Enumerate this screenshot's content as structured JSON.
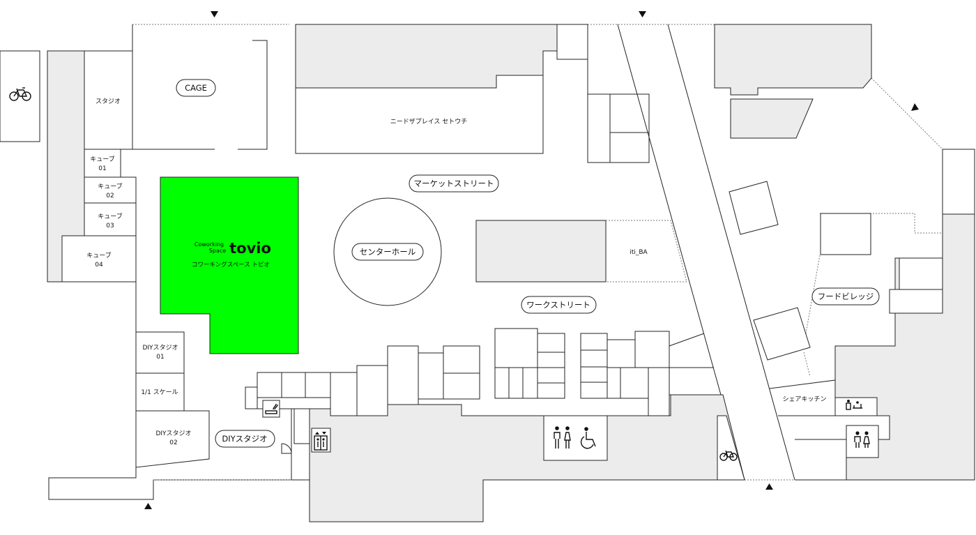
{
  "colors": {
    "highlight": "#00ff00",
    "room_fill": "#ffffff",
    "gray_area": "#ececec",
    "stroke": "#222222"
  },
  "areas": {
    "cage": "CAGE",
    "studio": "スタジオ",
    "cube01": [
      "キューブ",
      "01"
    ],
    "cube02": [
      "キューブ",
      "02"
    ],
    "cube03": [
      "キューブ",
      "03"
    ],
    "cube04": [
      "キューブ",
      "04"
    ],
    "needs_place": "ニードザプレイス セトウチ",
    "market_street": "マーケットストリート",
    "center_hall": "センターホール",
    "iti_ba": "iti_BA",
    "work_street": "ワークストリート",
    "food_village": "フードビレッジ",
    "share_kitchen": "シェアキッチン",
    "diy_studio01": [
      "DIYスタジオ",
      "01"
    ],
    "scale": "1/1 スケール",
    "diy_studio02": [
      "DIYスタジオ",
      "02"
    ],
    "diy_studio": "DIYスタジオ"
  },
  "tovio": {
    "small1": "Coworking",
    "small2": "Space",
    "logo": "tovio",
    "kana": "コワーキングスペース トビオ"
  },
  "icons": [
    "bicycle-icon",
    "restroom-icon",
    "wheelchair-icon",
    "smoking-icon",
    "elevator-icon",
    "nursing-room-icon",
    "entrance-arrow-icon"
  ]
}
